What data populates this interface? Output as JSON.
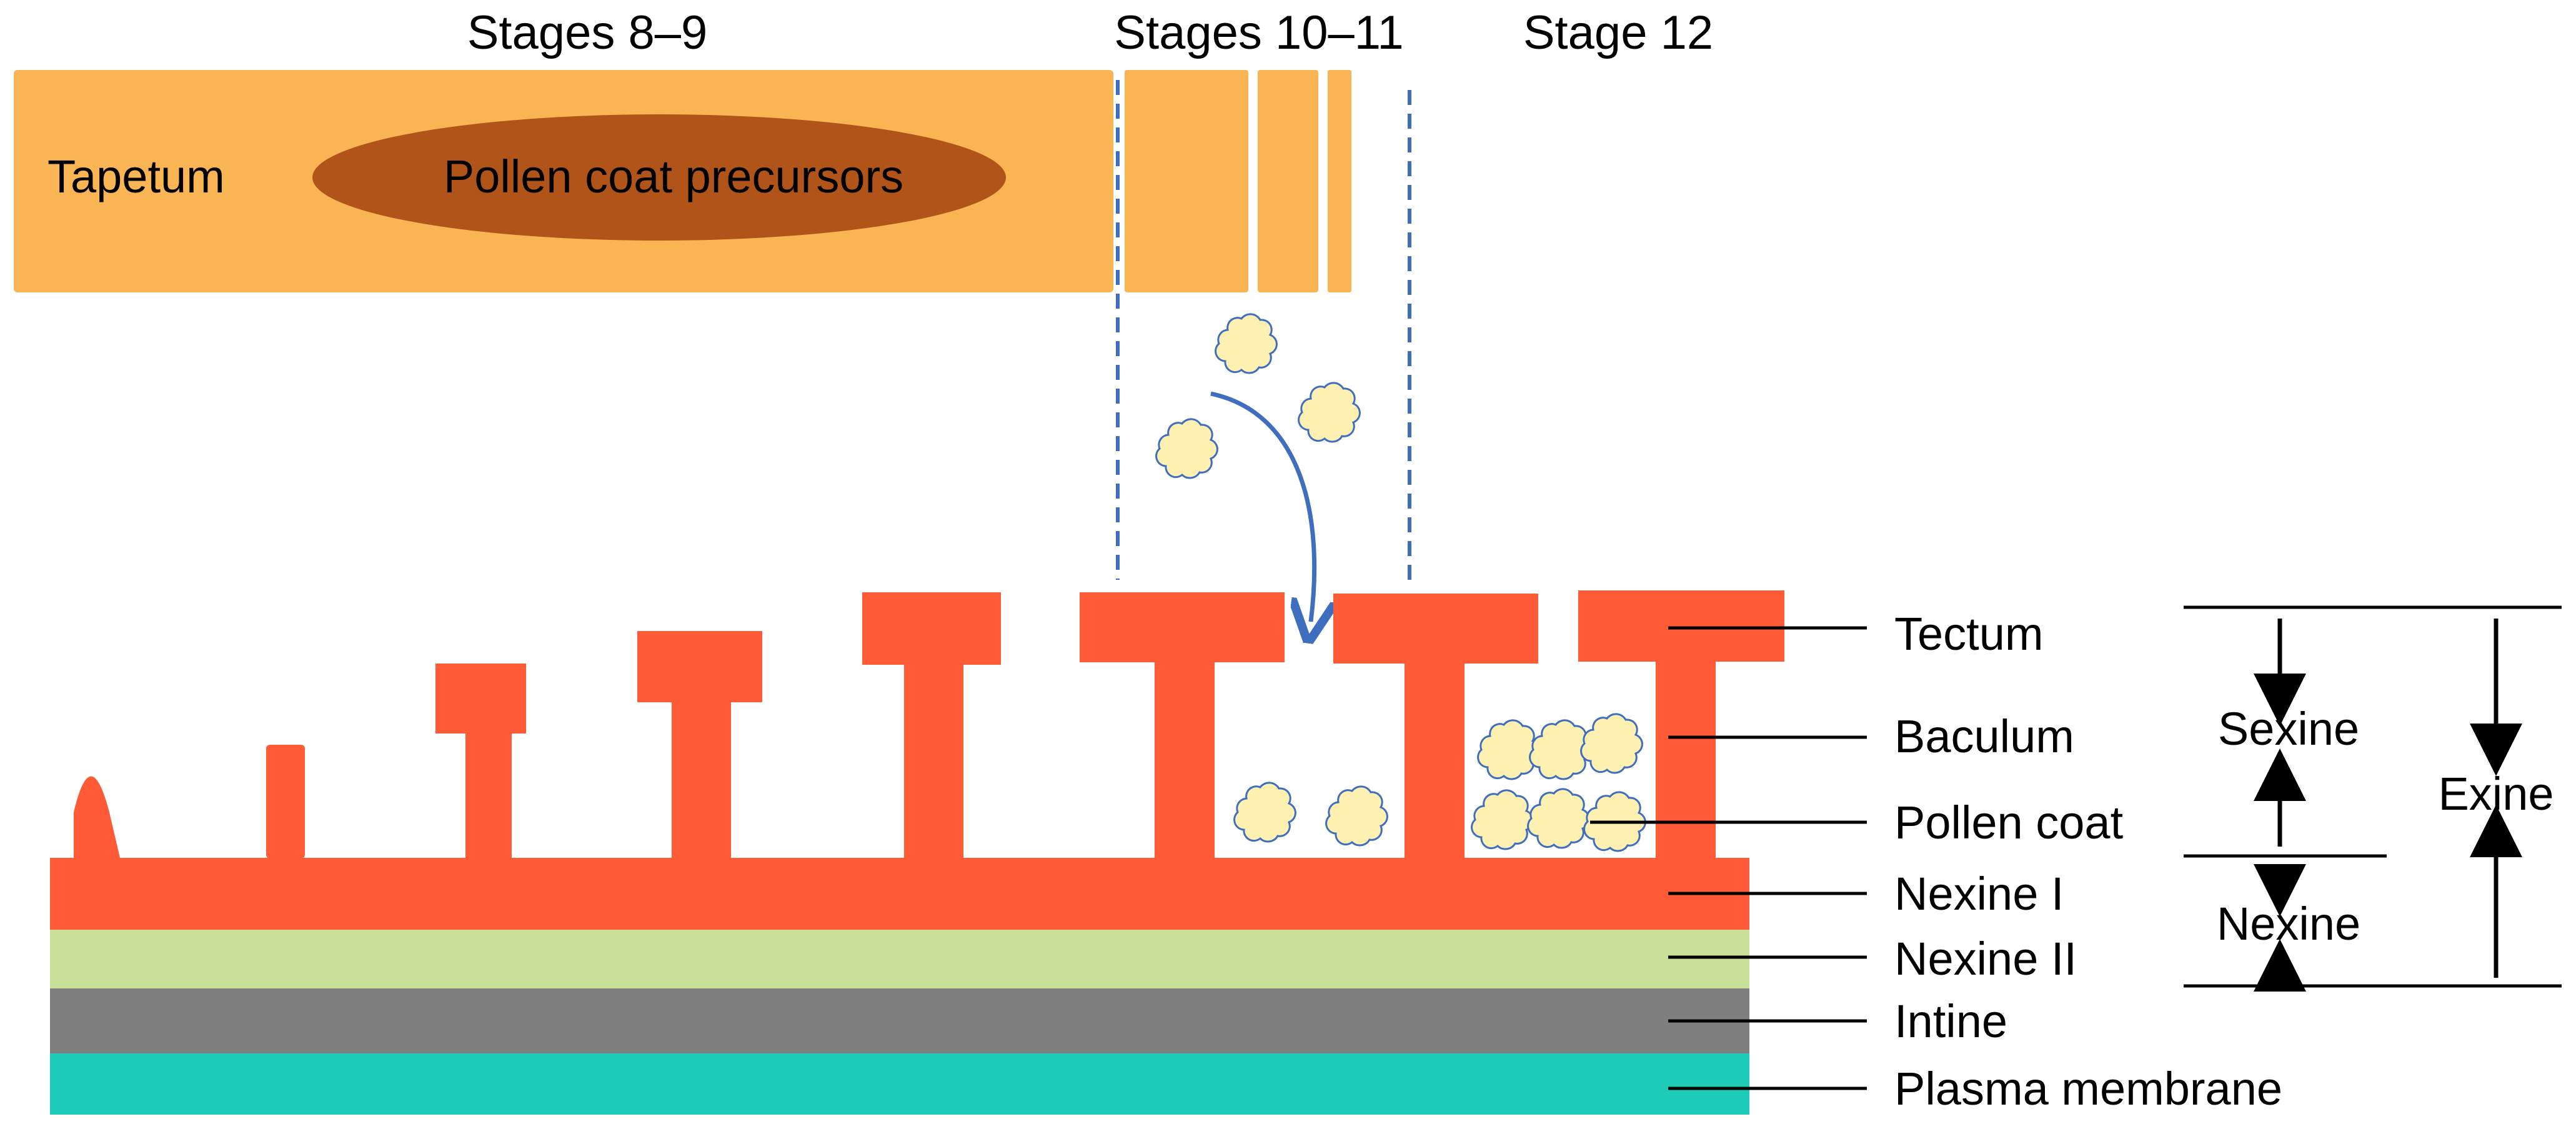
{
  "stages": {
    "s1": "Stages 8–9",
    "s2": "Stages 10–11",
    "s3": "Stage 12"
  },
  "tapetum": {
    "label": "Tapetum",
    "precursors": "Pollen coat precursors"
  },
  "layers": {
    "tectum": "Tectum",
    "baculum": "Baculum",
    "pollen_coat": "Pollen coat",
    "nexine1": "Nexine I",
    "nexine2": "Nexine II",
    "intine": "Intine",
    "plasma_membrane": "Plasma membrane"
  },
  "groups": {
    "sexine": "Sexine",
    "nexine": "Nexine",
    "exine": "Exine"
  },
  "colors": {
    "tapetum": "#F9B554",
    "precursors": "#B15419",
    "exine_orange": "#FF5A36",
    "nexine2": "#C9E09A",
    "intine": "#7F7F7F",
    "plasma_membrane": "#1DCBB8",
    "pollen_coat_fill": "#FDF0B0",
    "pollen_coat_outline": "#3F6EBE",
    "dash_line": "#3F6EBE"
  }
}
